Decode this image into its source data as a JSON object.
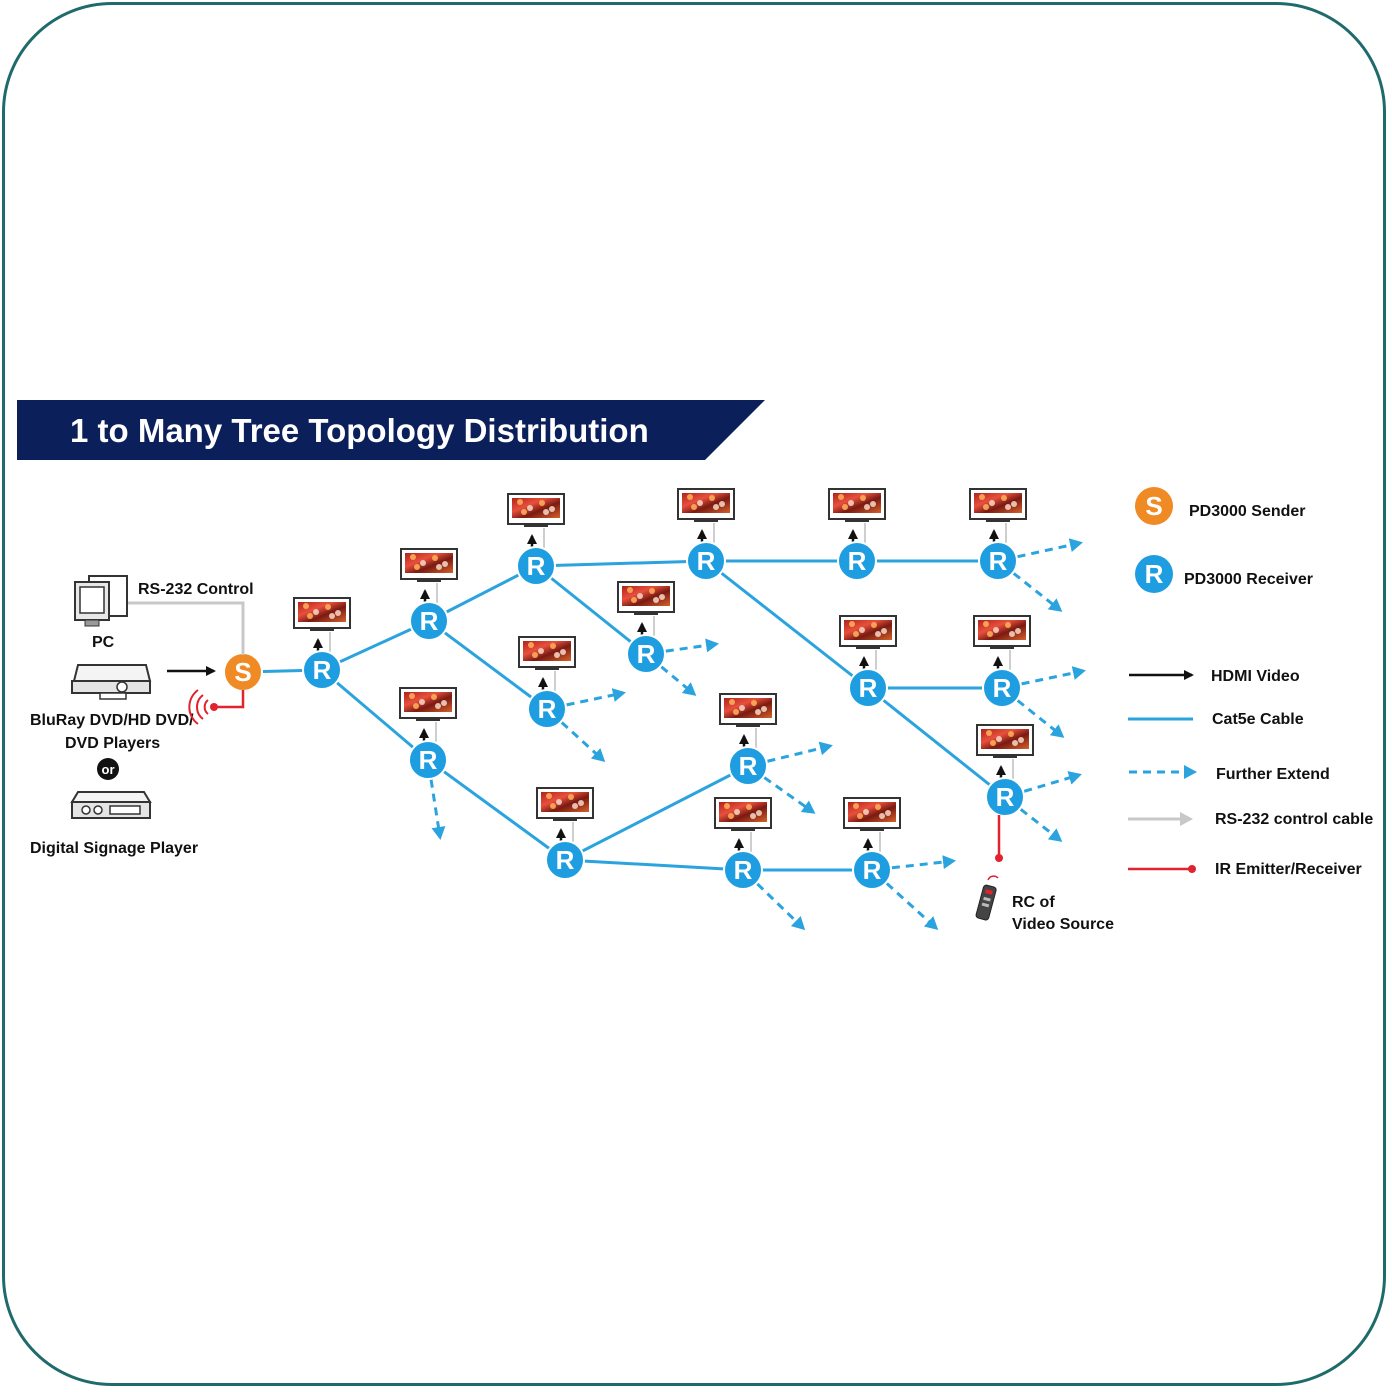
{
  "title": "1 to Many Tree Topology Distribution",
  "sources": {
    "rs232_label": "RS-232 Control",
    "pc_label": "PC",
    "player_label_line1": "BluRay DVD/HD DVD/",
    "player_label_line2": "DVD Players",
    "or_label": "or",
    "signage_label": "Digital Signage Player"
  },
  "remote": {
    "line1": "RC of",
    "line2": "Video Source"
  },
  "nodes": {
    "sender_letter": "S",
    "receiver_letter": "R"
  },
  "legend": {
    "sender": "PD3000 Sender",
    "receiver": "PD3000 Receiver",
    "hdmi": "HDMI Video",
    "cat5e": "Cat5e Cable",
    "extend": "Further Extend",
    "rs232": "RS-232 control cable",
    "ir": "IR Emitter/Receiver"
  },
  "colors": {
    "title_bg": "#0b1f5b",
    "cat5e": "#2aa3de",
    "sender": "#f08a24",
    "receiver": "#1e9ee0",
    "rs232": "#c8c8c8",
    "ir": "#e0232e",
    "hdmi": "#111111",
    "frame": "#1f6b6b"
  },
  "icons": [
    "monitor-icon",
    "pc-icon",
    "dvd-player-icon",
    "signage-player-icon",
    "remote-control-icon",
    "ir-signal-icon"
  ]
}
